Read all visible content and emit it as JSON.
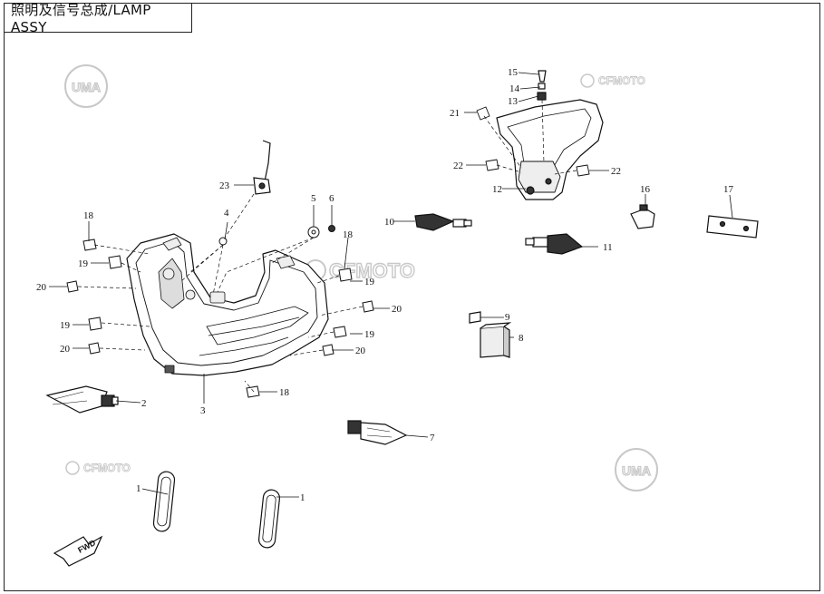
{
  "title": "照明及信号总成/LAMP  ASSY",
  "watermarks": {
    "uma": "UMA",
    "cfmoto": "CFMOTO"
  },
  "fwd_label": "FWD",
  "callouts": {
    "c1a": "1",
    "c1b": "1",
    "c2": "2",
    "c3": "3",
    "c4": "4",
    "c5": "5",
    "c6": "6",
    "c7": "7",
    "c8": "8",
    "c9": "9",
    "c10": "10",
    "c11": "11",
    "c12": "12",
    "c13": "13",
    "c14": "14",
    "c15": "15",
    "c16": "16",
    "c17": "17",
    "c18a": "18",
    "c18b": "18",
    "c18c": "18",
    "c19a": "19",
    "c19b": "19",
    "c19c": "19",
    "c19d": "19",
    "c20a": "20",
    "c20b": "20",
    "c20c": "20",
    "c20d": "20",
    "c21": "21",
    "c22a": "22",
    "c22b": "22",
    "c23": "23"
  },
  "colors": {
    "line": "#111111",
    "watermark": "#c8c8c8",
    "part_fill": "#ffffff",
    "dark_fill": "#333333"
  }
}
